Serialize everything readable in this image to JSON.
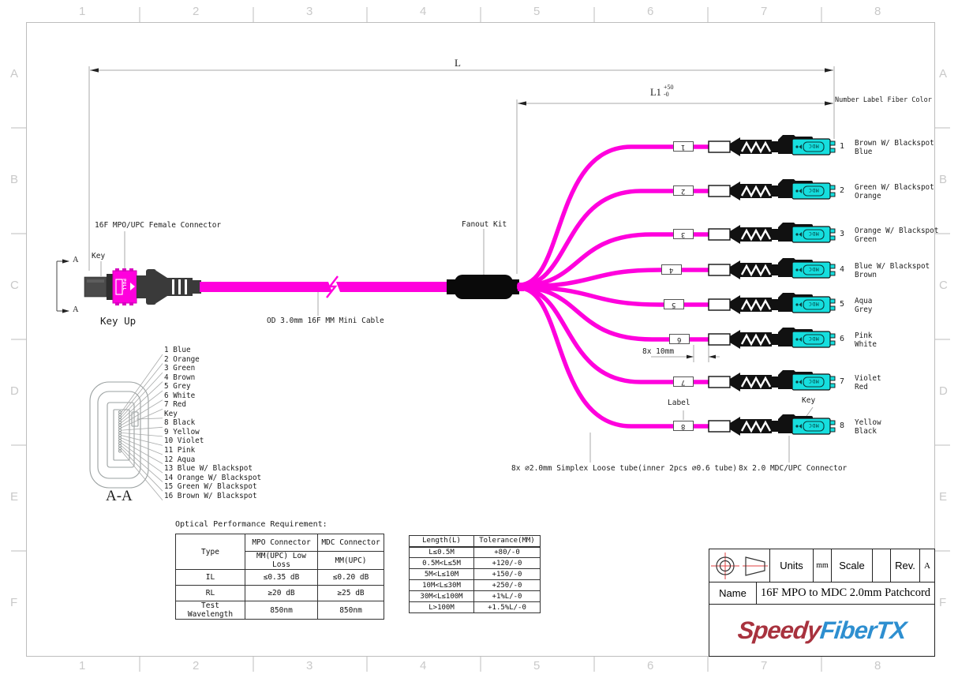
{
  "grid": {
    "columns": [
      "1",
      "2",
      "3",
      "4",
      "5",
      "6",
      "7",
      "8"
    ],
    "rows": [
      "A",
      "B",
      "C",
      "D",
      "E",
      "F"
    ]
  },
  "diagram": {
    "dim_l": "L",
    "dim_l1": {
      "label": "L1",
      "sup": "+50",
      "sub": "-0"
    },
    "dim_8x10": "8x 10mm",
    "mpo_connector_label": "16F MPO/UPC Female Connector",
    "key_left_label": "Key",
    "key_up_label": "Key Up",
    "cable_label": "OD 3.0mm 16F MM Mini Cable",
    "fanout_label": "Fanout Kit",
    "label_callout": "Label",
    "key_right_callout": "Key",
    "loose_tube_note": "8x ∅2.0mm Simplex Loose tube(inner 2pcs ∅0.6 tube)",
    "mdc_note": "8x 2.0 MDC/UPC Connector",
    "section_marker": "A",
    "pull_text": "PULL",
    "mdc_text": "MDC",
    "colors": {
      "cable_magenta": "#ff00dd",
      "connector_aqua": "#16dede",
      "body_dark": "#3a3a3a"
    }
  },
  "fiber_map": {
    "section_label": "A-A",
    "items": [
      "1 Blue",
      "2 Orange",
      "3 Green",
      "4 Brown",
      "5 Grey",
      "6 White",
      "7 Red",
      "Key",
      "8 Black",
      "9 Yellow",
      "10 Violet",
      "11 Pink",
      "12 Aqua",
      "13 Blue W/ Blackspot",
      "14 Orange W/ Blackspot",
      "15 Green W/ Blackspot",
      "16 Brown W/ Blackspot"
    ]
  },
  "breakout": {
    "header": "Number Label Fiber Color",
    "rows": [
      {
        "label": "1",
        "number": "1",
        "line1": "Brown W/ Blackspot",
        "line2": "Blue"
      },
      {
        "label": "2",
        "number": "2",
        "line1": "Green W/ Blackspot",
        "line2": "Orange"
      },
      {
        "label": "3",
        "number": "3",
        "line1": "Orange W/ Blackspot",
        "line2": "Green"
      },
      {
        "label": "4",
        "number": "4",
        "line1": "Blue W/ Blackspot",
        "line2": "Brown"
      },
      {
        "label": "5",
        "number": "5",
        "line1": "Aqua",
        "line2": "Grey"
      },
      {
        "label": "6",
        "number": "6",
        "line1": "Pink",
        "line2": "White"
      },
      {
        "label": "7",
        "number": "7",
        "line1": "Violet",
        "line2": "Red"
      },
      {
        "label": "8",
        "number": "8",
        "line1": "Yellow",
        "line2": "Black"
      }
    ]
  },
  "tables": {
    "optical": {
      "title": "Optical Performance Requirement:",
      "type_header": "Type",
      "mpo_header": "MPO Connector",
      "mpo_sub": "MM(UPC) Low Loss",
      "mdc_header": "MDC Connector",
      "mdc_sub": "MM(UPC)",
      "rows": [
        {
          "name": "IL",
          "mpo": "≤0.35 dB",
          "mdc": "≤0.20 dB"
        },
        {
          "name": "RL",
          "mpo": "≥20 dB",
          "mdc": "≥25 dB"
        },
        {
          "name": "Test Wavelength",
          "mpo": "850nm",
          "mdc": "850nm"
        }
      ]
    },
    "length": {
      "length_header": "Length(L)",
      "tolerance_header": "Tolerance(MM)",
      "rows": [
        {
          "length": "L≤0.5M",
          "tolerance": "+80/-0"
        },
        {
          "length": "0.5M<L≤5M",
          "tolerance": "+120/-0"
        },
        {
          "length": "5M<L≤10M",
          "tolerance": "+150/-0"
        },
        {
          "length": "10M<L≤30M",
          "tolerance": "+250/-0"
        },
        {
          "length": "30M<L≤100M",
          "tolerance": "+1%L/-0"
        },
        {
          "length": "L>100M",
          "tolerance": "+1.5%L/-0"
        }
      ]
    }
  },
  "title_block": {
    "units_label": "Units",
    "units_value": "mm",
    "scale_label": "Scale",
    "scale_value": "",
    "rev_label": "Rev.",
    "rev_value": "A",
    "name_label": "Name",
    "name_value": "16F MPO to MDC 2.0mm Patchcord",
    "logo_part1": "Speedy",
    "logo_part2": "FiberTX",
    "logo_color1": "#a8323e",
    "logo_color2": "#2e8fd0"
  }
}
